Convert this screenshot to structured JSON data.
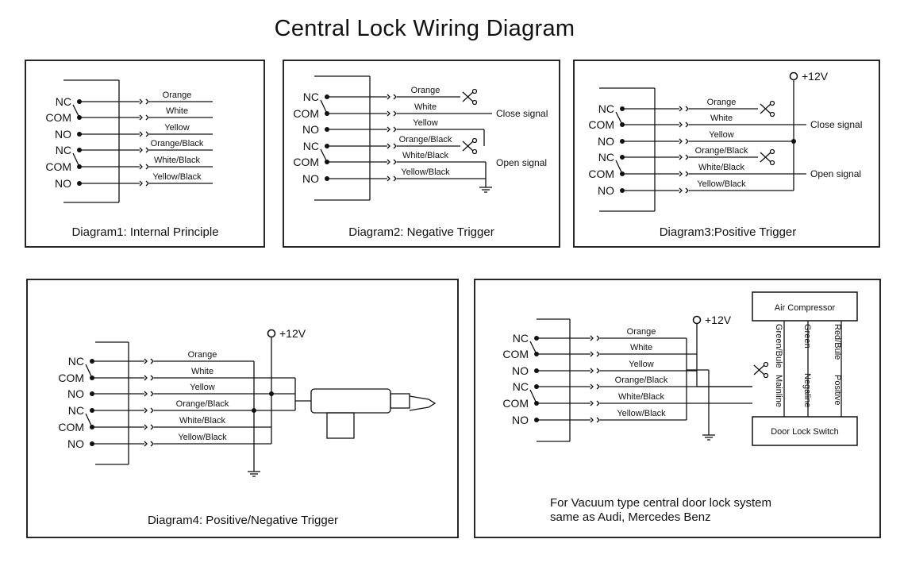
{
  "title": "Central Lock Wiring Diagram",
  "pins": [
    "NC",
    "COM",
    "NO",
    "NC",
    "COM",
    "NO"
  ],
  "wires": [
    "Orange",
    "White",
    "Yellow",
    "Orange/Black",
    "White/Black",
    "Yellow/Black"
  ],
  "signals": {
    "close": "Close signal",
    "open": "Open signal"
  },
  "power": "+12V",
  "captions": {
    "d1": "Diagram1: Internal Principle",
    "d2": "Diagram2: Negative Trigger",
    "d3": "Diagram3:Positive Trigger",
    "d4": "Diagram4: Positive/Negative Trigger",
    "d5_line1": "For Vacuum type central door lock system",
    "d5_line2": "same as Audi, Mercedes Benz"
  },
  "vacuum": {
    "air_compressor": "Air Compressor",
    "door_lock_switch": "Door Lock Switch",
    "green_bule": "Green/Bule",
    "mainline": "Mainline",
    "green": "Green",
    "negaline": "Negaline",
    "red_bule": "Red/Bule",
    "positive": "Positive"
  }
}
